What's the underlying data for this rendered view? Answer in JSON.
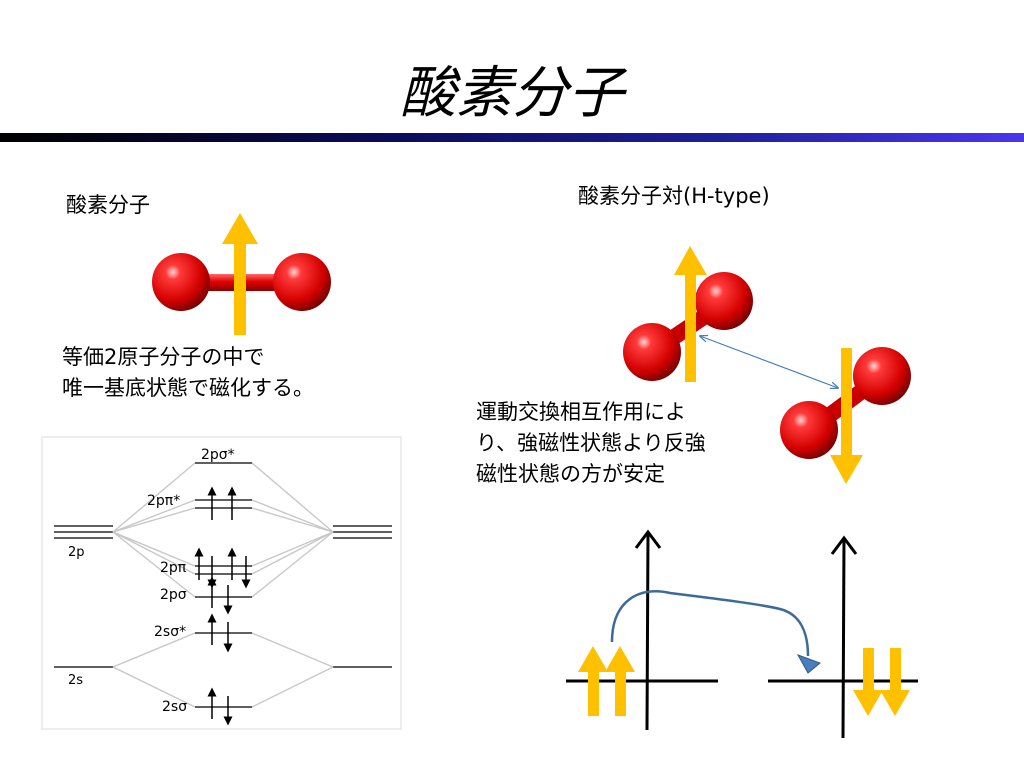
{
  "slide": {
    "title": "酸素分子",
    "single": {
      "label": "酸素分子",
      "caption_line1": "等価2原子分子の中で",
      "caption_line2": "唯一基底状態で磁化する。"
    },
    "pair": {
      "label": "酸素分子対(H-type)",
      "caption_line1": "運動交換相互作用によ",
      "caption_line2": "り、強磁性状態より反強",
      "caption_line3": "磁性状態の方が安定"
    }
  },
  "mo_diagram": {
    "levels": {
      "sigma2p_star": "2pσ*",
      "pi2p_star": "2pπ*",
      "pi2p": "2pπ",
      "sigma2p": "2pσ",
      "sigma2s_star": "2sσ*",
      "sigma2s": "2sσ"
    },
    "atomic": {
      "p2": "2p",
      "s2": "2s"
    }
  },
  "colors": {
    "spin_arrow": "#FFC000",
    "atom": "#E01010",
    "exchange_arrow": "#3E6A9A",
    "title_rule_end": "#4B36EE"
  }
}
